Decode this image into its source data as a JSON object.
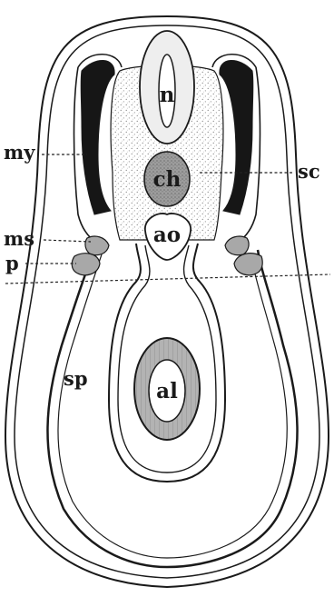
{
  "labels": {
    "n": "n",
    "ch": "ch",
    "ao": "ao",
    "al": "al",
    "my": "my",
    "sc": "sc",
    "ms": "ms",
    "p": "p",
    "sp": "sp"
  },
  "colors": {
    "ink": "#1a1a1a",
    "paper": "#ffffff",
    "stipple": "#8a8a8a",
    "gray_tissue": "#a8a8a8",
    "dark_block": "#161616",
    "light_fill": "#eeeeee"
  }
}
